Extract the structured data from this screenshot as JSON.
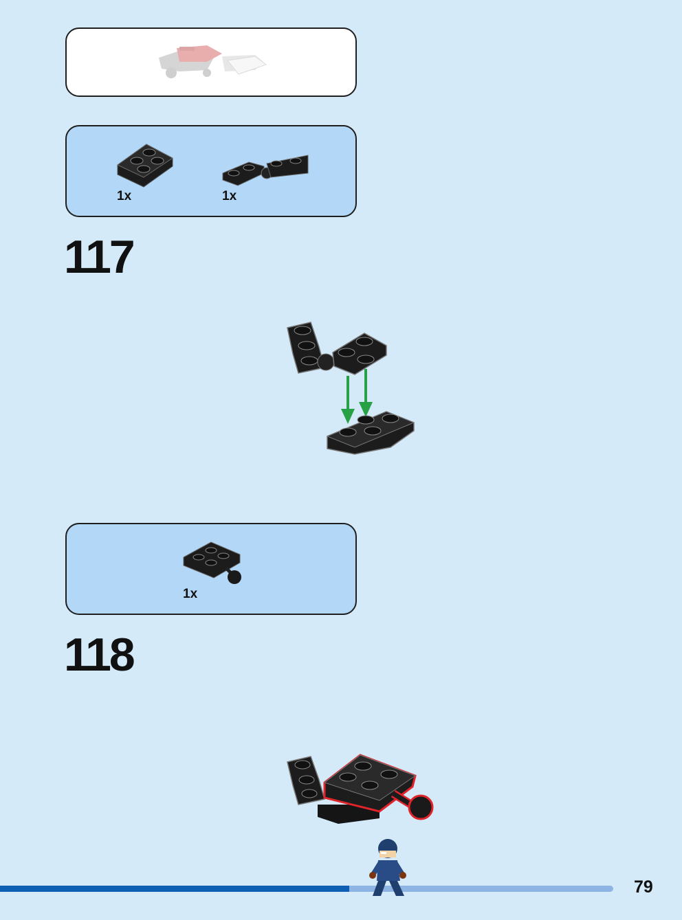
{
  "context_panel": {
    "model_icon": "partial-assembly-preview"
  },
  "steps": [
    {
      "number": "117",
      "parts": [
        {
          "icon": "black-curved-plate-2x2",
          "qty": "1x"
        },
        {
          "icon": "black-hinge-plate-pair",
          "qty": "1x"
        }
      ],
      "arrow_color": "#27a046"
    },
    {
      "number": "118",
      "parts": [
        {
          "icon": "black-plate-2x2-with-ball",
          "qty": "1x"
        }
      ],
      "highlight_color": "#e0242b"
    }
  ],
  "footer": {
    "progress": 0.57,
    "page_number": "79",
    "mascot_icon": "minifigure-walking"
  },
  "colors": {
    "background": "#d4eaf9",
    "parts_box": "#b3d8f7",
    "progress_fill": "#0d5fb3",
    "progress_track": "#8eb4e3"
  }
}
